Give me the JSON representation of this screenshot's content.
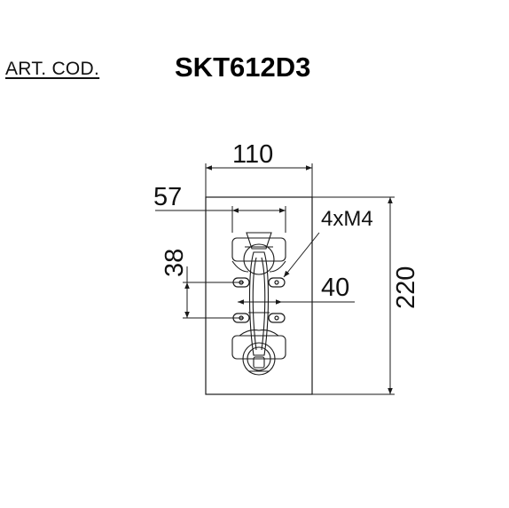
{
  "header": {
    "art_label": "ART. COD.",
    "article_code": "SKT612D3"
  },
  "drawing": {
    "dim_width": "110",
    "dim_height": "220",
    "dim_inner_width": "57",
    "dim_vertical_spacing": "38",
    "dim_horizontal_spacing": "40",
    "thread_label": "4xM4"
  },
  "colors": {
    "line": "#1a1a1a",
    "background": "#ffffff"
  }
}
